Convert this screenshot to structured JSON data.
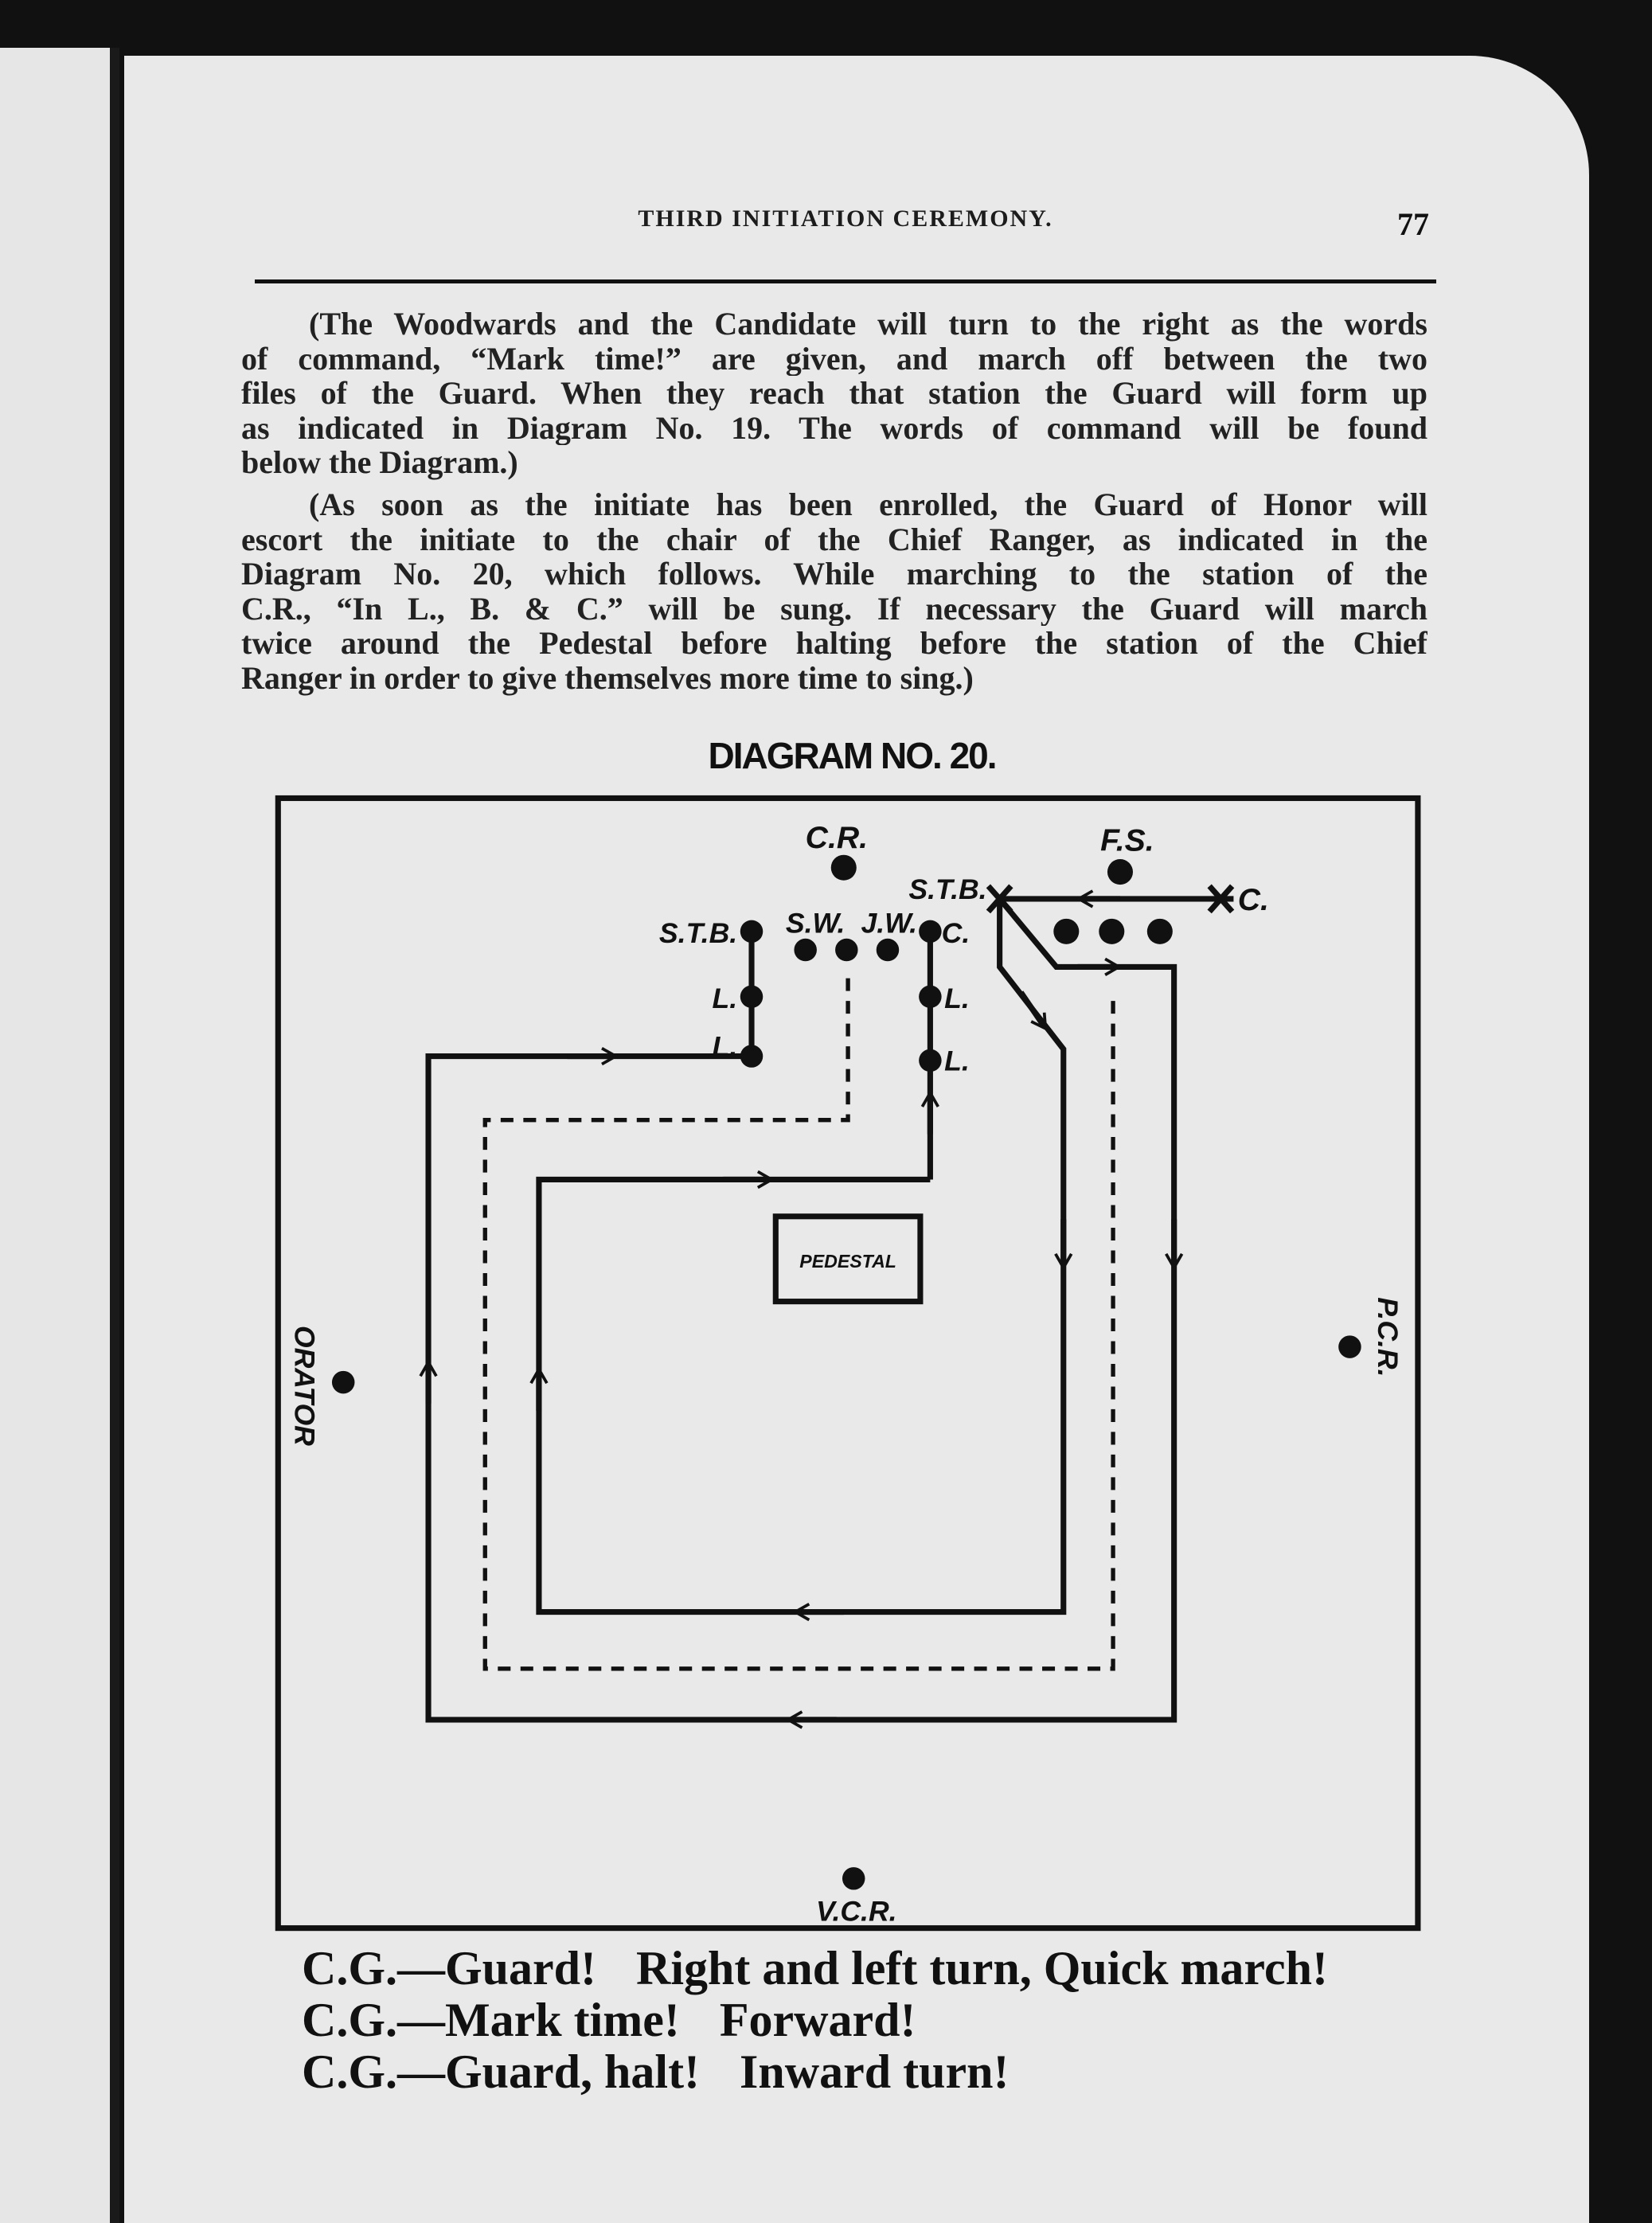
{
  "header": {
    "title": "THIRD INITIATION CEREMONY.",
    "page_number": "77"
  },
  "paragraphs": [
    {
      "lines": [
        "(The Woodwards and the Candidate will turn to the right as the words",
        "of command, “Mark time!” are given, and march off between the two",
        "files of the Guard.  When they reach that station the Guard will form up",
        "as indicated in Diagram No. 19.  The words of command will be found",
        "below the Diagram.)"
      ]
    },
    {
      "lines": [
        "(As soon as the initiate has been enrolled, the Guard of Honor will",
        "escort the initiate to the chair of the Chief Ranger, as indicated in the",
        "Diagram No. 20, which follows.  While marching to the station of the",
        "C.R., “In L., B. & C.” will be sung.  If necessary the Guard will march",
        "twice around the Pedestal before halting before the station of the Chief",
        "Ranger in order to give themselves more time to sing.)"
      ]
    }
  ],
  "diagram": {
    "title": "DIAGRAM NO. 20.",
    "labels": {
      "cr": "C.R.",
      "fs": "F.S.",
      "stb_right": "S.T.B.",
      "xc": "C.",
      "stb_left": "S.T.B.",
      "sw": "S.W.",
      "jw": "J.W.",
      "c": "C.",
      "l1": "L.",
      "l2": "L.",
      "l3": "L.",
      "l4": "L.",
      "pedestal": "PEDESTAL",
      "orator": "ORATOR",
      "pcr": "P.C.R.",
      "vcr": "V.C.R."
    }
  },
  "commands": [
    {
      "speaker": "C.G.—",
      "a": "Guard!",
      "b": "Right and left turn, Quick march!"
    },
    {
      "speaker": "C.G.—",
      "a": "Mark time!",
      "b": "Forward!"
    },
    {
      "speaker": "C.G.—",
      "a": "Guard, halt!",
      "b": "Inward turn!"
    }
  ]
}
